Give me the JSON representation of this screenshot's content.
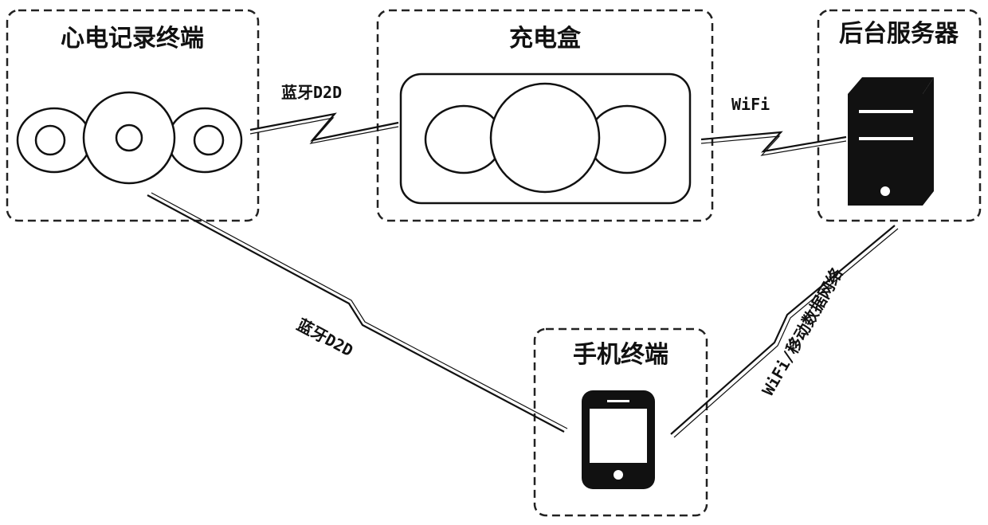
{
  "nodes": {
    "ecg_terminal": {
      "title": "心电记录终端",
      "icon": "ecg-recorder-icon"
    },
    "charging_box": {
      "title": "充电盒",
      "icon": "charging-case-icon"
    },
    "backend_server": {
      "title": "后台服务器",
      "icon": "server-tower-icon"
    },
    "mobile_terminal": {
      "title": "手机终端",
      "icon": "smartphone-icon"
    }
  },
  "links": {
    "ecg_to_box": {
      "label": "蓝牙D2D"
    },
    "box_to_server": {
      "label": "WiFi"
    },
    "ecg_to_phone": {
      "label": "蓝牙D2D"
    },
    "phone_to_server": {
      "label": "WiFi/移动数据网络"
    }
  }
}
